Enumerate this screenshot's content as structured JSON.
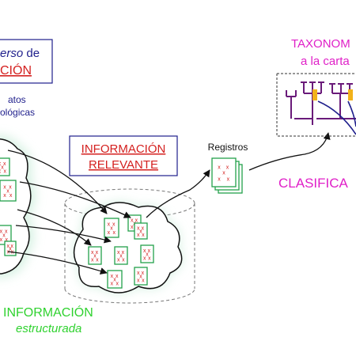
{
  "colors": {
    "red": "#d4201f",
    "navy": "#1f1f8c",
    "magenta": "#e020c8",
    "green": "#2fd22f",
    "card_border": "#23a04a",
    "card_fill": "#eaf7ef",
    "tree_purple": "#6a1b7a",
    "tree_highlight": "#f2b21a",
    "glow": "#cfeedd"
  },
  "universe_box": {
    "line1_italic": "erso",
    "line1_tail": " de",
    "line2": "CIÓN"
  },
  "datos_text": {
    "line1": "atos",
    "line2": "ológicas"
  },
  "relevant_box": {
    "line1": "INFORMACIÓN",
    "line2": "RELEVANTE"
  },
  "registros_label": "Registros",
  "taxonomy": {
    "line1": "TAXONOM",
    "line2": "a la carta"
  },
  "clasifica_label": "CLASIFICA",
  "structured": {
    "line1": "INFORMACIÓN",
    "line2": "estructurada"
  },
  "icons": {
    "card_mark": "x",
    "arrow": "arrow-head-icon"
  }
}
